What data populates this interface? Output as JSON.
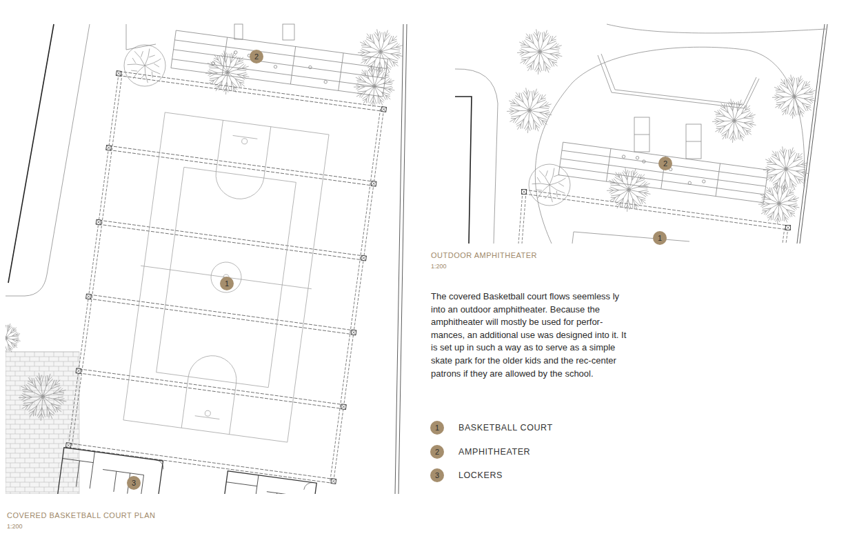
{
  "diagram": {
    "nodes": [
      {
        "text": [
          "2"
        ]
      },
      {
        "text": [
          "1"
        ]
      },
      {
        "text": [
          "3"
        ]
      },
      {
        "text": [
          "2"
        ]
      },
      {
        "text": [
          "1"
        ]
      },
      {
        "text": [
          "1"
        ]
      },
      {
        "text": [
          "2"
        ]
      },
      {
        "text": [
          "3"
        ]
      }
    ],
    "labels": [
      "COVERED BASKETBALL COURT PLAN",
      "1:200",
      "OUTDOOR AMPHITHEATER",
      "1:200",
      "The covered Basketball court flows seemless ly into an outdoor amphitheater. Because the amphitheater will mostly be used for perfor- mances, an additional use was designed into it. It is set up in such a way as to serve as a simple skate park for the older kids and the rec-center patrons if they are allowed by the school."
    ],
    "legend": [
      {
        "text": "BASKETBALL COURT"
      },
      {
        "text": "AMPHITHEATER"
      },
      {
        "text": "LOCKERS"
      }
    ]
  }
}
